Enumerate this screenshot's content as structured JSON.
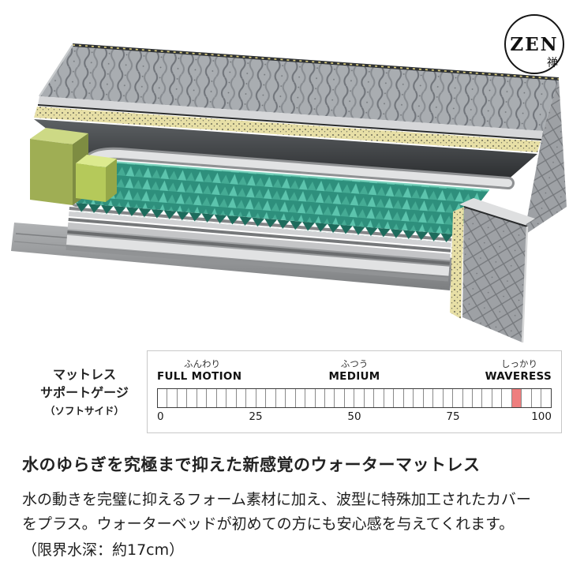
{
  "logo": {
    "text": "ZEN",
    "kanji": "禅"
  },
  "gauge": {
    "side_label_line1": "マットレス",
    "side_label_line2": "サポートゲージ",
    "side_label_line3": "（ソフトサイド）",
    "scale_labels": [
      {
        "jp": "ふんわり",
        "en": "FULL MOTION"
      },
      {
        "jp": "ふつう",
        "en": "MEDIUM"
      },
      {
        "jp": "しっかり",
        "en": "WAVERESS"
      }
    ],
    "ticks": [
      "0",
      "25",
      "50",
      "75",
      "100"
    ],
    "segments": 40,
    "marker": {
      "value": 91,
      "segment_index": 36,
      "color": "#ee7e7e"
    }
  },
  "content": {
    "heading": "水のゆらぎを究極まで抑えた新感覚のウォーターマットレス",
    "body": "水の動きを完璧に抑えるフォーム素材に加え、波型に特殊加工されたカバーをプラス。ウォーターベッドが初めての方にも安心感を与えてくれます。",
    "note": "（限界水深：約17cm）"
  },
  "colors": {
    "foam_teal": "#2e8f7c",
    "foam_green": "#a8bb55",
    "cover_gray": "#a9adb1",
    "strip_yellow": "#e7dfa6",
    "marker_red": "#ee7e7e"
  }
}
